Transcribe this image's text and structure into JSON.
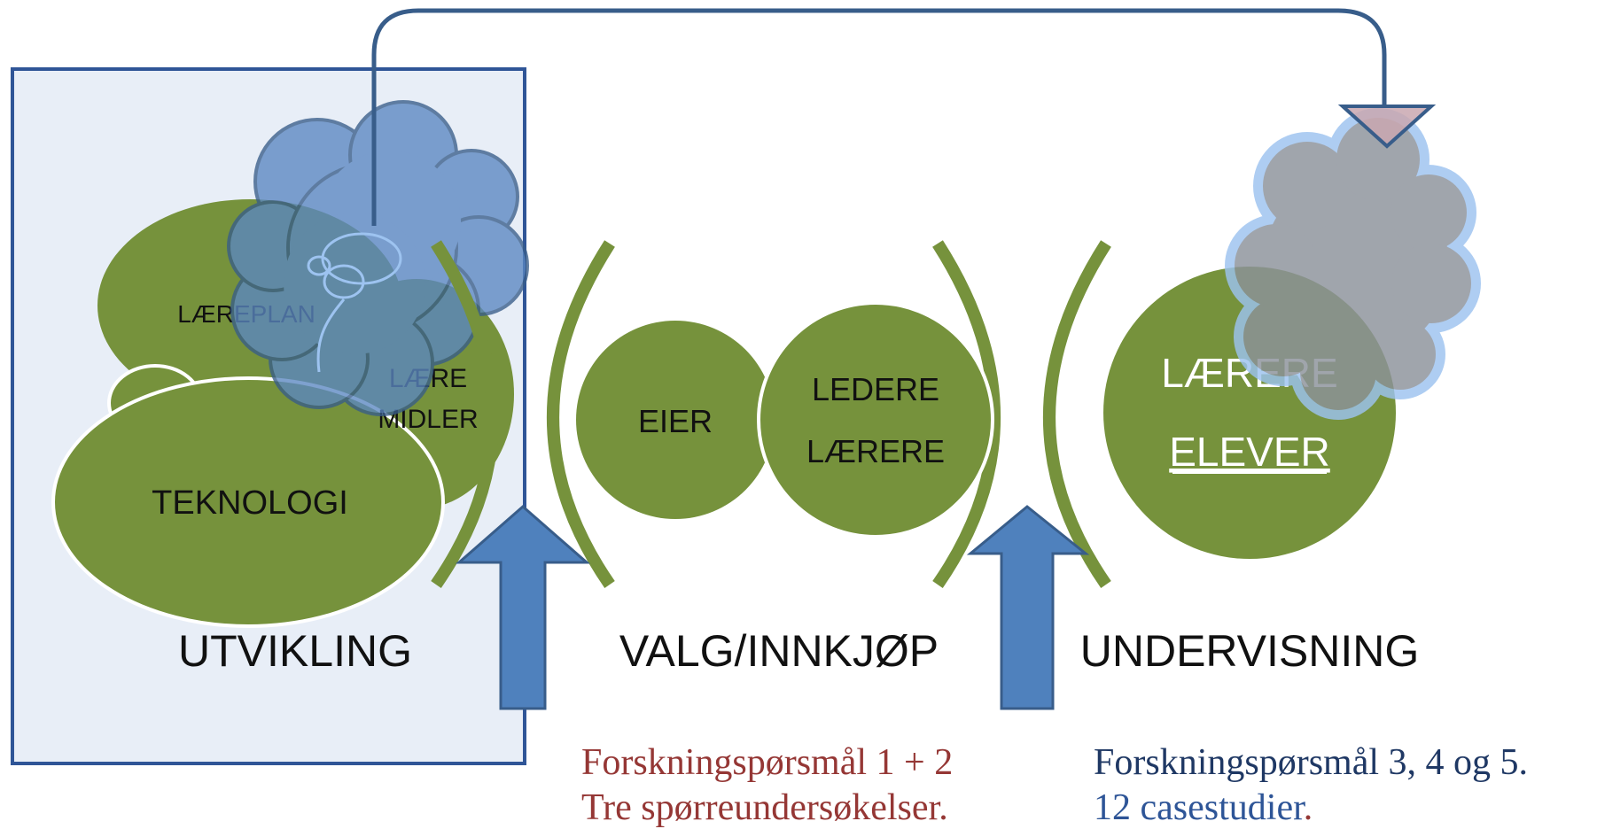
{
  "colors": {
    "green": "#76923c",
    "green_dark": "#4f6228",
    "blue_fill": "#4f81bd",
    "blue_line": "#385d8a",
    "cloud_blue": "#5b87c2",
    "panel_fill": "#e8eef7",
    "panel_stroke": "#2f5597",
    "cloud_grey": "#8c929b",
    "cloud_glow": "#9dc3f0",
    "red_text": "#953735",
    "blue_text_dark": "#1f3864",
    "blue_text": "#2e5597"
  },
  "utvikling": {
    "label": "UTVIKLING",
    "ellipses": {
      "laereplan": "LÆREPLAN",
      "laeremidler_line1": "LÆRE",
      "laeremidler_line2": "MIDLER",
      "teknologi": "TEKNOLOGI"
    }
  },
  "valg": {
    "label": "VALG/INNKJØP",
    "eier": "EIER",
    "ledere": "LEDERE",
    "laerere": "LÆRERE"
  },
  "undervisning": {
    "label": "UNDERVISNING",
    "laerere": "LÆRERE",
    "elever": "ELEVER"
  },
  "research": {
    "left_line1": "Forskningspørsmål 1 + 2",
    "left_line2": "Tre spørreundersøkelser.",
    "right_line1": "Forskningspørsmål 3, 4 og 5.",
    "right_line2_main": "12 casestudier",
    "right_line2_dot": "."
  },
  "icons": [
    "cloud-icon",
    "arrow-up-icon",
    "curved-arrow-icon",
    "triangle-arrowhead-icon"
  ]
}
